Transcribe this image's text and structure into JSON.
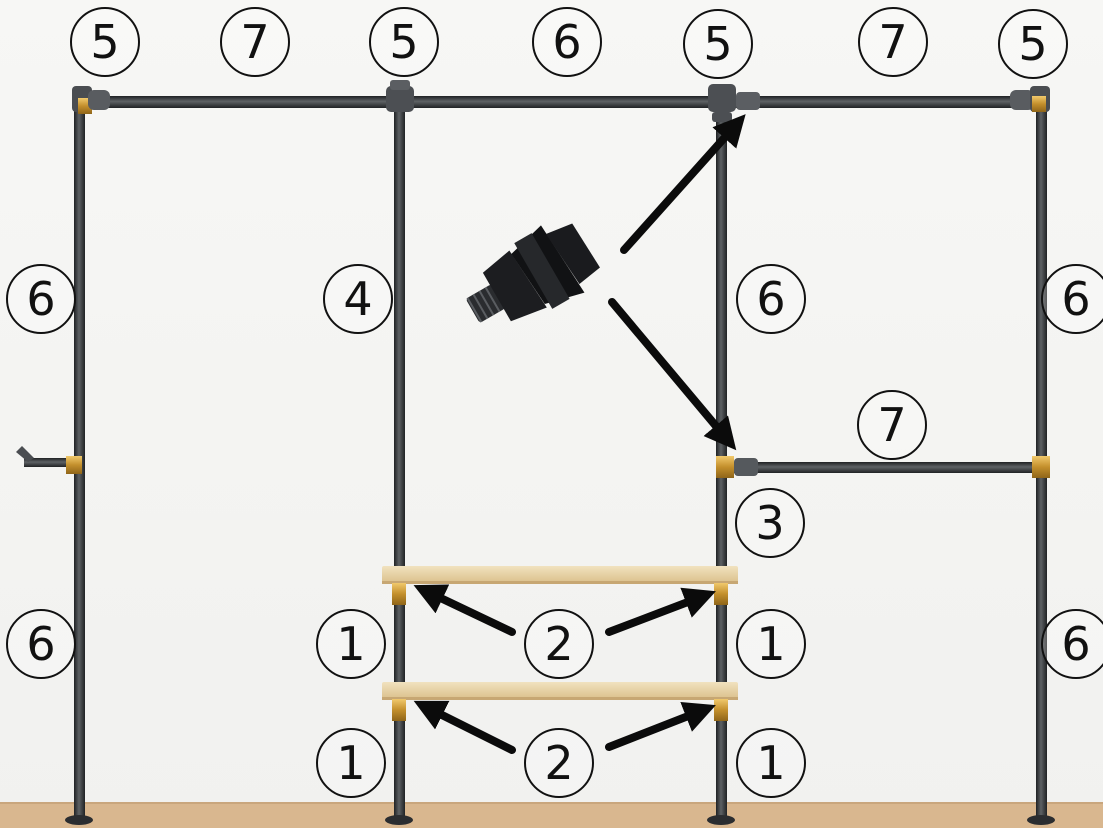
{
  "diagram": {
    "labels": {
      "top_post_1": "5",
      "top_span_1": "7",
      "top_post_2": "5",
      "top_span_2": "6",
      "top_post_3": "5",
      "top_span_3": "7",
      "top_post_4": "5",
      "left_upper": "6",
      "left_lower": "6",
      "mid_pipe": "4",
      "right_post_upper": "6",
      "far_right_upper": "6",
      "far_right_lower": "6",
      "middle_rail": "7",
      "union_lower": "3",
      "shelf_upper_left": "1",
      "shelf_upper_center": "2",
      "shelf_upper_right": "1",
      "shelf_lower_left": "1",
      "shelf_lower_center": "2",
      "shelf_lower_right": "1"
    },
    "colors": {
      "pipe": "#3a3d40",
      "brass": "#d2a44a",
      "shelf": "#e8d6ae",
      "arrow": "#0b0b0b",
      "floor": "#d8b58c"
    }
  }
}
